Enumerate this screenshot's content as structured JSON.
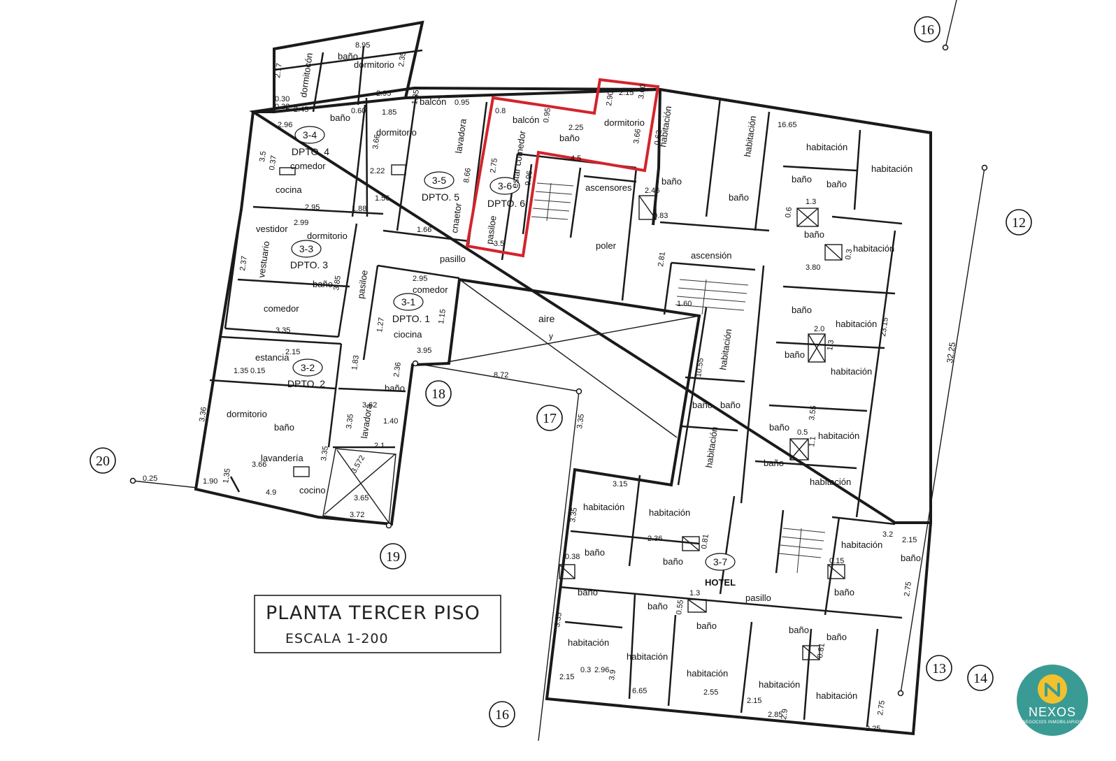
{
  "title": "PLANTA TERCER PISO",
  "scale": "ESCALA 1-200",
  "logo": {
    "name": "NEXOS",
    "sub": "NEGOCIOS INMOBILIARIOS",
    "icon": "n-monogram-icon",
    "colors": {
      "ring": "#3a9b94",
      "badge": "#f2c12e"
    }
  },
  "highlight": {
    "unit": "3-6",
    "color": "#d4232b"
  },
  "axes": [
    {
      "id": "16",
      "label": "16"
    },
    {
      "id": "12",
      "label": "12"
    },
    {
      "id": "20",
      "label": "20"
    },
    {
      "id": "18",
      "label": "18"
    },
    {
      "id": "17",
      "label": "17"
    },
    {
      "id": "19",
      "label": "19"
    },
    {
      "id": "16b",
      "label": "16"
    },
    {
      "id": "13",
      "label": "13"
    },
    {
      "id": "14",
      "label": "14"
    }
  ],
  "units": [
    {
      "code": "3-4",
      "name": "DPTO. 4"
    },
    {
      "code": "3-5",
      "name": "DPTO. 5"
    },
    {
      "code": "3-6",
      "name": "DPTO. 6"
    },
    {
      "code": "3-3",
      "name": "DPTO. 3"
    },
    {
      "code": "3-1",
      "name": "DPTO. 1"
    },
    {
      "code": "3-2",
      "name": "DPTO. 2"
    },
    {
      "code": "3-7",
      "name": "HOTEL"
    }
  ],
  "rooms": {
    "bano": "baño",
    "dormitorio": "dormitorio",
    "comedor": "comedor",
    "cocina": "cocina",
    "balcon": "balcón",
    "estar_comedor": "estar comedor",
    "vestidor": "vestidor",
    "estancia": "estancia",
    "lavanderia": "lavandería",
    "pasillo": "pasillo",
    "habitacion": "habitación",
    "ascensores": "ascensores",
    "poler": "poler",
    "ascencion": "ascensión",
    "aire": "aire",
    "y": "y",
    "ciocina": "ciocina",
    "hotel": "HOTEL",
    "dormtocon": "dormitocón",
    "cnaonal": "comedor",
    "lavadora": "lavadora",
    "cocino": "cocino",
    "pasiloe": "pasiloe",
    "cnaetor": "cnaetor",
    "vestuario": "vestuario",
    "baño_wc": "baño"
  },
  "dims": [
    "8.95",
    "2.35",
    "2.17",
    "2.95",
    "0.30",
    "0.32",
    "2.45",
    "0.60",
    "0.95",
    "1.35",
    "1.85",
    "3.66",
    "2.96",
    "3.5",
    "0.37",
    "2.22",
    "1.56",
    "1.66",
    "2.95",
    "1.88",
    "8.66",
    "0.8",
    "0.95",
    "2.25",
    "2.15",
    "2.90",
    "3.00",
    "3.66",
    "4.5",
    "9.96",
    "2.75",
    "3.5",
    "0.63",
    "2.99",
    "2.37",
    "3.85",
    "3.35",
    "2.95",
    "1.27",
    "1.15",
    "3.95",
    "2.15",
    "1.35",
    "0.15",
    "1.83",
    "3.36",
    "3.35",
    "1.90",
    "1.35",
    "3.66",
    "4.9",
    "0.25",
    "3.572",
    "3.65",
    "3.72",
    "8.72",
    "3.35",
    "2.36",
    "3.62",
    "3.35",
    "1.40",
    "2.1",
    "16.65",
    "1.3",
    "0.6",
    "3.80",
    "0.3",
    "2.46",
    "0.83",
    "1.60",
    "2.81",
    "2.0",
    "1.3",
    "23.15",
    "10.55",
    "3.55",
    "0.5",
    "1.1",
    "32.25",
    "3.15",
    "3.35",
    "0.38",
    "2.36",
    "0.81",
    "0.15",
    "2.15",
    "2.75",
    "1.3",
    "0.55",
    "0.81",
    "3.35",
    "2.15",
    "0.3",
    "2.96",
    "3.9",
    "6.65",
    "2.55",
    "2.15",
    "2.85",
    "2.9",
    "2.75",
    "2.25",
    "3.2"
  ]
}
